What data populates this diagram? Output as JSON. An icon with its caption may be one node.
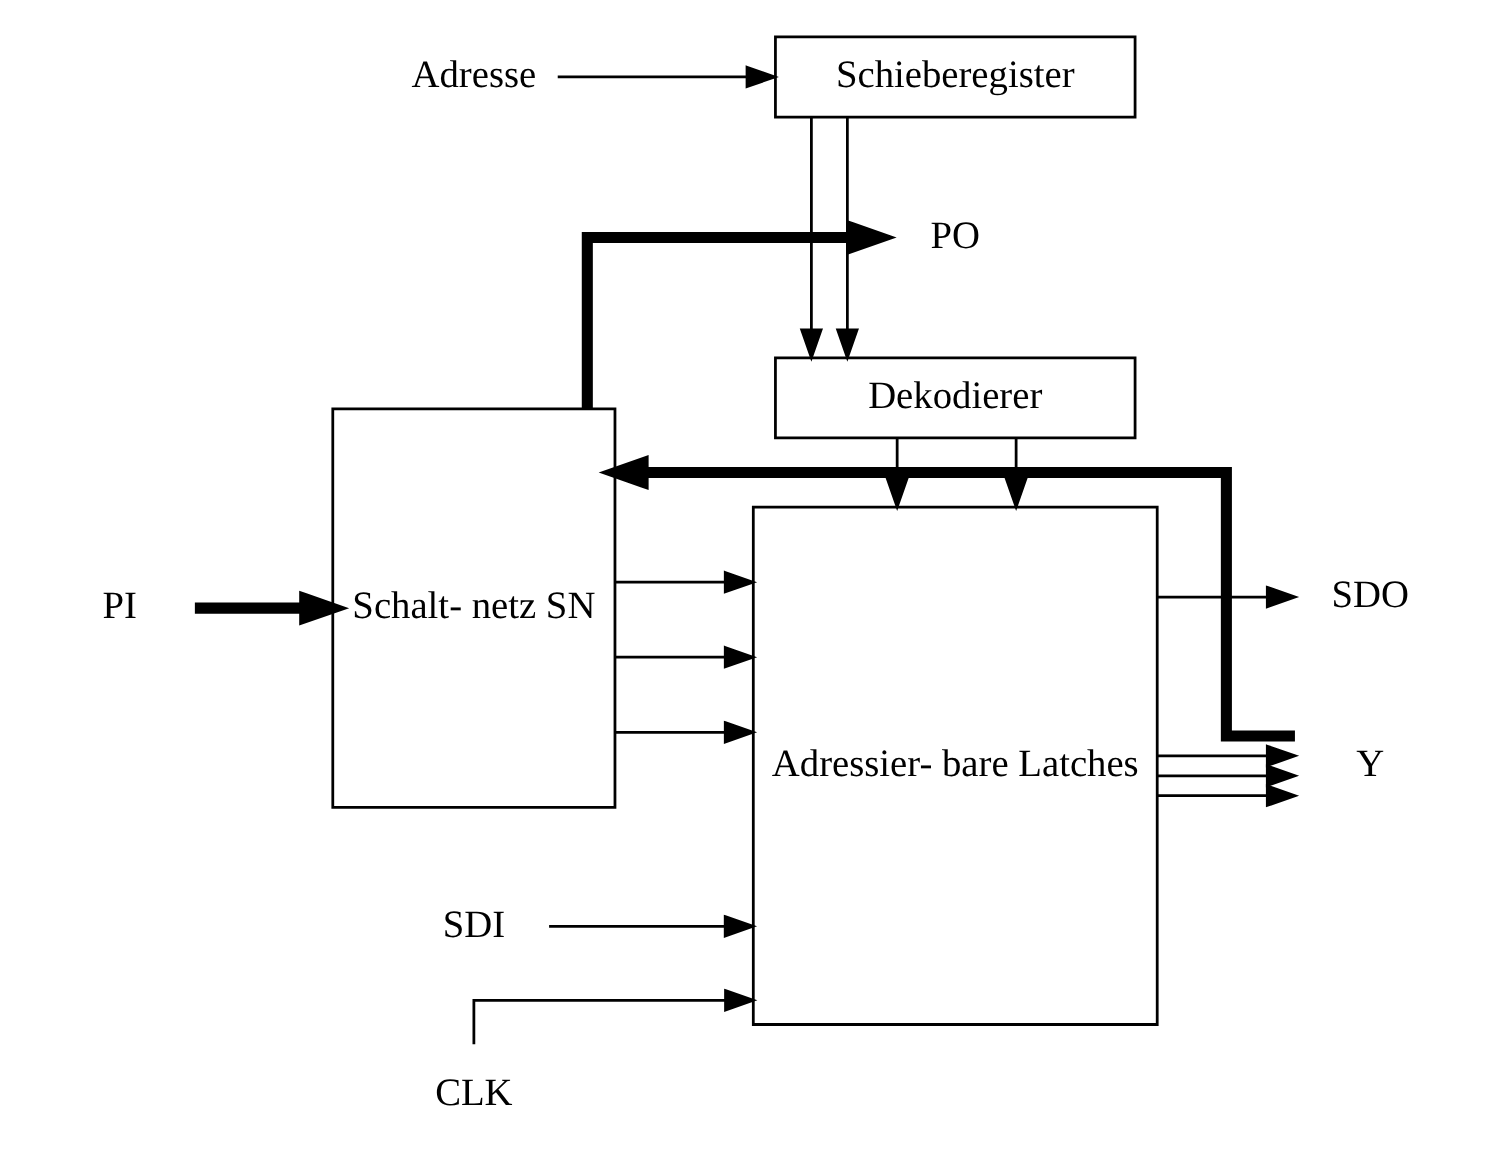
{
  "diagram": {
    "nodes": [
      {
        "text": [
          "Schalt- netz SN"
        ]
      },
      {
        "text": [
          "Adressier- bare Latches"
        ]
      },
      {
        "text": [
          "Dekodierer"
        ]
      },
      {
        "text": [
          "Schieberegister"
        ]
      },
      {
        "text": [
          "PO"
        ]
      },
      {
        "text": [
          "PI"
        ]
      },
      {
        "text": [
          "SDI"
        ]
      },
      {
        "text": [
          "CLK"
        ]
      },
      {
        "text": [
          "SDO"
        ]
      },
      {
        "text": [
          "Adresse"
        ]
      },
      {
        "text": [
          "Y"
        ]
      }
    ],
    "edges": [
      {
        "from": 5,
        "to": 0,
        "arrow": "to",
        "style": "thick"
      },
      {
        "from": 0,
        "to": 4,
        "arrow": "to",
        "style": "thick"
      },
      {
        "from": 0,
        "to": 1,
        "arrow": "to"
      },
      {
        "from": 0,
        "to": 1,
        "arrow": "to"
      },
      {
        "from": 0,
        "to": 1,
        "arrow": "to"
      },
      {
        "from": 6,
        "to": 1,
        "arrow": "to"
      },
      {
        "from": 7,
        "to": 1,
        "arrow": "to"
      },
      {
        "from": 1,
        "to": 8,
        "arrow": "to"
      },
      {
        "from": 9,
        "to": 3,
        "arrow": "to"
      },
      {
        "from": 3,
        "to": 2,
        "arrow": "to"
      },
      {
        "from": 3,
        "to": 2,
        "arrow": "to"
      },
      {
        "from": 2,
        "to": 1,
        "arrow": "to"
      },
      {
        "from": 2,
        "to": 1,
        "arrow": "to"
      },
      {
        "from": 1,
        "to": 10,
        "arrow": "to"
      },
      {
        "from": 1,
        "to": 10,
        "arrow": "to"
      },
      {
        "from": 1,
        "to": 10,
        "arrow": "to"
      },
      {
        "from": 10,
        "to": 0,
        "arrow": "to",
        "style": "thick"
      }
    ]
  }
}
